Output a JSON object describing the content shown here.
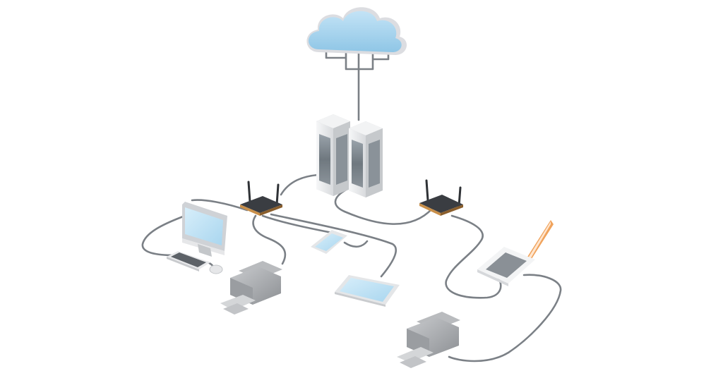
{
  "diagram": {
    "type": "network-topology",
    "text_labels": [],
    "colors": {
      "background": "#ffffff",
      "cloud": "#a8d4ee",
      "cloud_edge": "#d9d9de",
      "cable": "#7b8086",
      "screen": "#bfe3f6",
      "router_body": "#2f3236",
      "router_accent": "#c98f49",
      "laptop_hinge": "#f0a35c",
      "server_body": "#e9eaec",
      "printer_body": "#a3a6aa"
    },
    "nodes": [
      {
        "id": "cloud",
        "icon": "cloud-icon"
      },
      {
        "id": "server-left",
        "icon": "server-tower-icon"
      },
      {
        "id": "server-right",
        "icon": "server-tower-icon"
      },
      {
        "id": "router-left",
        "icon": "wireless-router-icon"
      },
      {
        "id": "router-right",
        "icon": "wireless-router-icon"
      },
      {
        "id": "desktop-monitor",
        "icon": "desktop-monitor-icon"
      },
      {
        "id": "keyboard",
        "icon": "keyboard-icon"
      },
      {
        "id": "mouse",
        "icon": "mouse-icon"
      },
      {
        "id": "printer-left",
        "icon": "printer-icon"
      },
      {
        "id": "smartphone",
        "icon": "smartphone-icon"
      },
      {
        "id": "tablet",
        "icon": "tablet-icon"
      },
      {
        "id": "laptop",
        "icon": "laptop-icon"
      },
      {
        "id": "printer-right",
        "icon": "printer-icon"
      }
    ],
    "edges": [
      {
        "from": "cloud",
        "to": "server-left"
      },
      {
        "from": "server-left",
        "to": "router-left"
      },
      {
        "from": "server-right",
        "to": "router-right"
      },
      {
        "from": "router-left",
        "to": "desktop-monitor"
      },
      {
        "from": "router-left",
        "to": "printer-left"
      },
      {
        "from": "router-left",
        "to": "smartphone"
      },
      {
        "from": "router-left",
        "to": "tablet"
      },
      {
        "from": "router-right",
        "to": "laptop"
      },
      {
        "from": "router-right",
        "to": "printer-right"
      },
      {
        "from": "desktop-monitor",
        "to": "keyboard"
      },
      {
        "from": "keyboard",
        "to": "mouse"
      }
    ]
  }
}
